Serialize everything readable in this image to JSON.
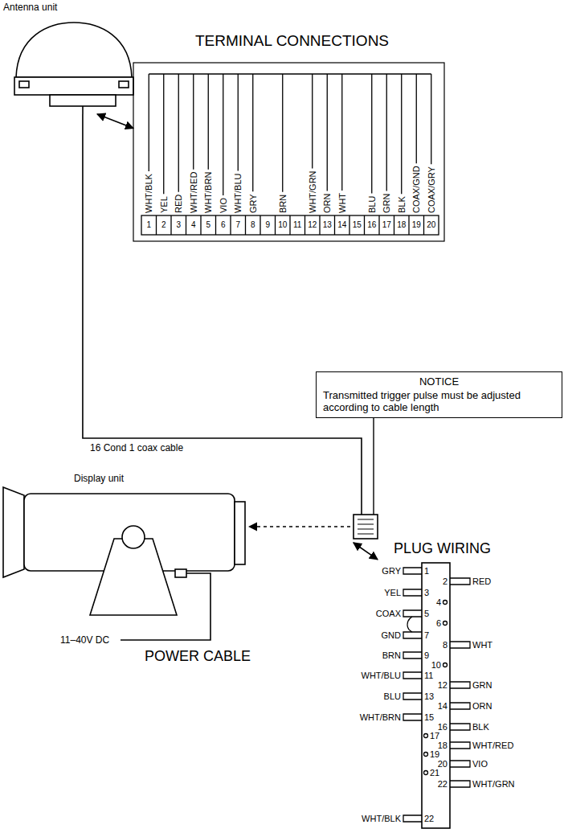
{
  "diagram": {
    "nodes": [
      {
        "text": [
          "Antenna unit"
        ]
      },
      {
        "text": [
          "TERMINAL CONNECTIONS"
        ]
      },
      {
        "text": [
          "NOTICE",
          "Transmitted trigger pulse must be adjusted according to cable length"
        ]
      },
      {
        "text": [
          "Display unit"
        ]
      },
      {
        "text": [
          "PLUG WIRING"
        ]
      }
    ],
    "edges": [
      {
        "from": 0,
        "to": 3,
        "arrow": "none",
        "label": "16 Cond 1 coax cable"
      },
      {
        "from": 0,
        "to": 1,
        "arrow": "both"
      },
      {
        "from": 3,
        "to": 4,
        "arrow": "both"
      }
    ],
    "labels": [
      "WHT/BLK",
      "YEL",
      "RED",
      "WHT/RED",
      "WHT/BRN",
      "VIO",
      "WHT/BLU",
      "GRY",
      "BRN",
      "WHT/GRN",
      "ORN",
      "WHT",
      "BLU",
      "GRN",
      "BLK",
      "COAX/GND",
      "COAX/GRY",
      "1",
      "2",
      "3",
      "4",
      "5",
      "6",
      "7",
      "8",
      "9",
      "10",
      "11",
      "12",
      "13",
      "14",
      "15",
      "16",
      "17",
      "18",
      "19",
      "20",
      "1",
      "GRY",
      "2",
      "RED",
      "3",
      "YEL",
      "4",
      "5",
      "COAX",
      "6",
      "7",
      "GND",
      "8",
      "WHT",
      "9",
      "BRN",
      "10",
      "11",
      "WHT/BLU",
      "12",
      "GRN",
      "13",
      "BLU",
      "14",
      "ORN",
      "15",
      "WHT/BRN",
      "16",
      "BLK",
      "17",
      "18",
      "WHT/RED",
      "19",
      "20",
      "VIO",
      "21",
      "22",
      "WHT/GRN",
      "22",
      "WHT/BLK",
      "11–40V DC",
      "POWER CABLE"
    ]
  }
}
